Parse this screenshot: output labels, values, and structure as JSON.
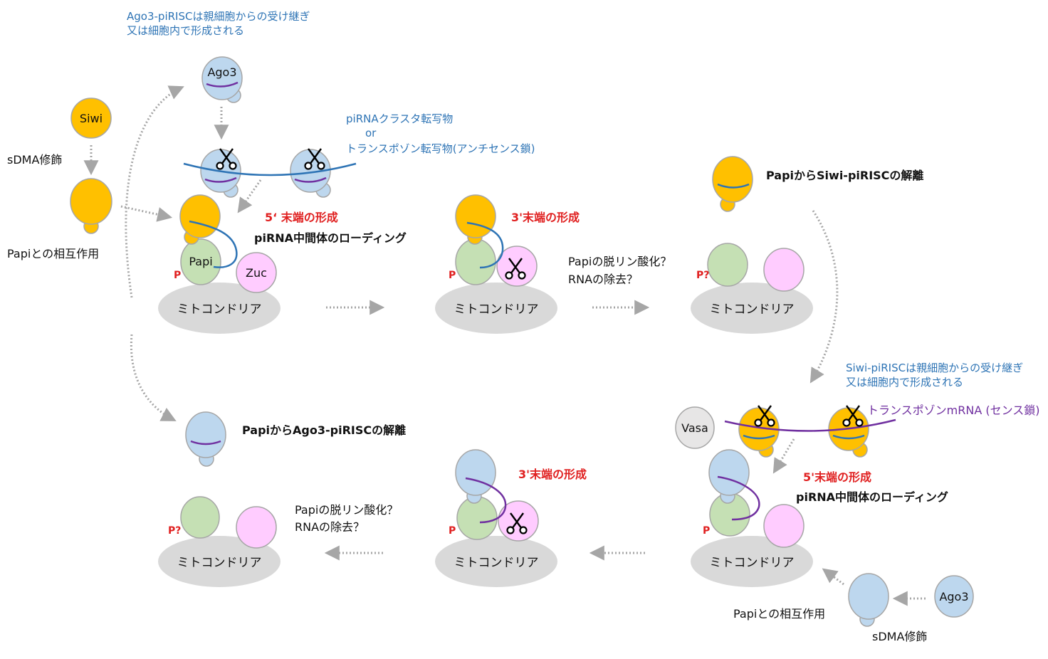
{
  "labels": {
    "ago3_note_1": "Ago3-piRISCは親細胞からの受け継ぎ",
    "ago3_note_2": "又は細胞内で形成される",
    "siwi_note_1": "Siwi-piRISCは親細胞からの受け継ぎ",
    "siwi_note_2": "又は細胞内で形成される",
    "pirna_transcript_1": "piRNAクラスタ転写物",
    "pirna_transcript_or": "or",
    "pirna_transcript_2": "トランスポゾン転写物(アンチセンス鎖)",
    "transposon_mrna": "トランスポゾンmRNA (センス鎖)",
    "sdma_left": "sDMA修飾",
    "sdma_right": "sDMA修飾",
    "papi_interact_left": "Papiとの相互作用",
    "papi_interact_right": "Papiとの相互作用",
    "five_end_top": "5‘ 末端の形成",
    "loading_top": "piRNA中間体のローディング",
    "three_end_top": "3'末端の形成",
    "dephos_top_1": "Papiの脱リン酸化？",
    "dephos_top_2": "RNAの除去？",
    "release_siwi": "PapiからSiwi-piRISCの解離",
    "five_end_bottom": "5'末端の形成",
    "loading_bottom": "piRNA中間体のローディング",
    "three_end_bottom": "3'末端の形成",
    "dephos_bottom_1": "Papiの脱リン酸化？",
    "dephos_bottom_2": "RNAの除去？",
    "release_ago3": "PapiからAgo3-piRISCの解離"
  },
  "proteins": {
    "siwi": "Siwi",
    "ago3": "Ago3",
    "papi": "Papi",
    "zuc": "Zuc",
    "vasa": "Vasa",
    "mitochondria": "ミトコンドリア",
    "phospho": "P",
    "phospho_q": "P?"
  },
  "colors": {
    "siwi": "#ffc000",
    "ago3": "#bdd7ee",
    "papi": "#c5e0b4",
    "zuc": "#ffccff",
    "vasa": "#e7e6e6",
    "mitochondria": "#d9d9d9",
    "antisense_rna": "#2e74b5",
    "sense_rna": "#7030a0",
    "label_red": "#e02020"
  }
}
